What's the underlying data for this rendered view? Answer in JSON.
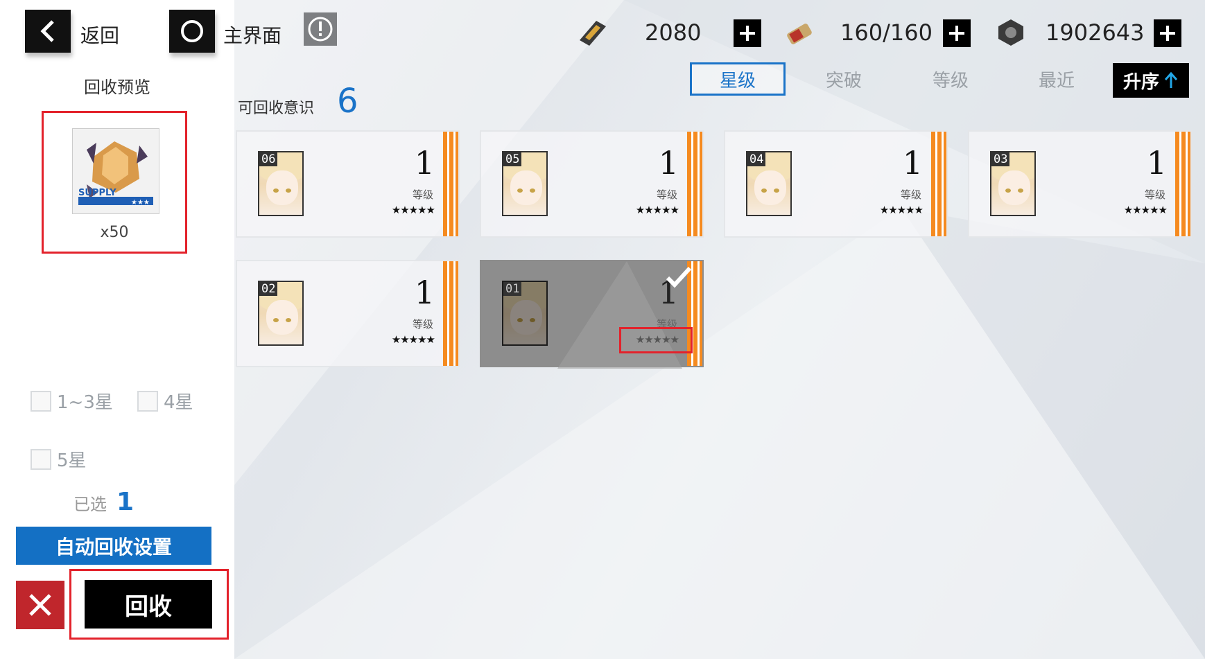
{
  "nav": {
    "back_label": "返回",
    "home_label": "主界面"
  },
  "resources": [
    {
      "name": "ticket",
      "value": "2080"
    },
    {
      "name": "stamina-battery",
      "value": "160/160"
    },
    {
      "name": "coins",
      "value": "1902643"
    }
  ],
  "sort": {
    "tabs": [
      "星级",
      "突破",
      "等级",
      "最近"
    ],
    "active": "星级",
    "order_label": "升序"
  },
  "recyclable": {
    "label": "可回收意识",
    "count": "6"
  },
  "preview": {
    "title": "回收预览",
    "item_text": "SUPPLY",
    "item_stars": "★★★",
    "quantity": "x50"
  },
  "filters": {
    "f1": "1~3星",
    "f2": "4星",
    "f3": "5星"
  },
  "selected": {
    "label": "已选",
    "count": "1"
  },
  "buttons": {
    "auto": "自动回收设置",
    "recycle": "回收"
  },
  "cards": [
    {
      "num": "06",
      "level": "1",
      "level_label": "等级",
      "stars": "★★★★★",
      "selected": false
    },
    {
      "num": "05",
      "level": "1",
      "level_label": "等级",
      "stars": "★★★★★",
      "selected": false
    },
    {
      "num": "04",
      "level": "1",
      "level_label": "等级",
      "stars": "★★★★★",
      "selected": false
    },
    {
      "num": "03",
      "level": "1",
      "level_label": "等级",
      "stars": "★★★★★",
      "selected": false
    },
    {
      "num": "02",
      "level": "1",
      "level_label": "等级",
      "stars": "★★★★★",
      "selected": false
    },
    {
      "num": "01",
      "level": "1",
      "level_label": "等级",
      "stars": "★★★★★",
      "selected": true
    }
  ],
  "colors": {
    "accent_blue": "#1a73c8",
    "stripe_orange": "#f58a1f",
    "highlight_red": "#e3222b",
    "cancel_red": "#c0262c"
  }
}
